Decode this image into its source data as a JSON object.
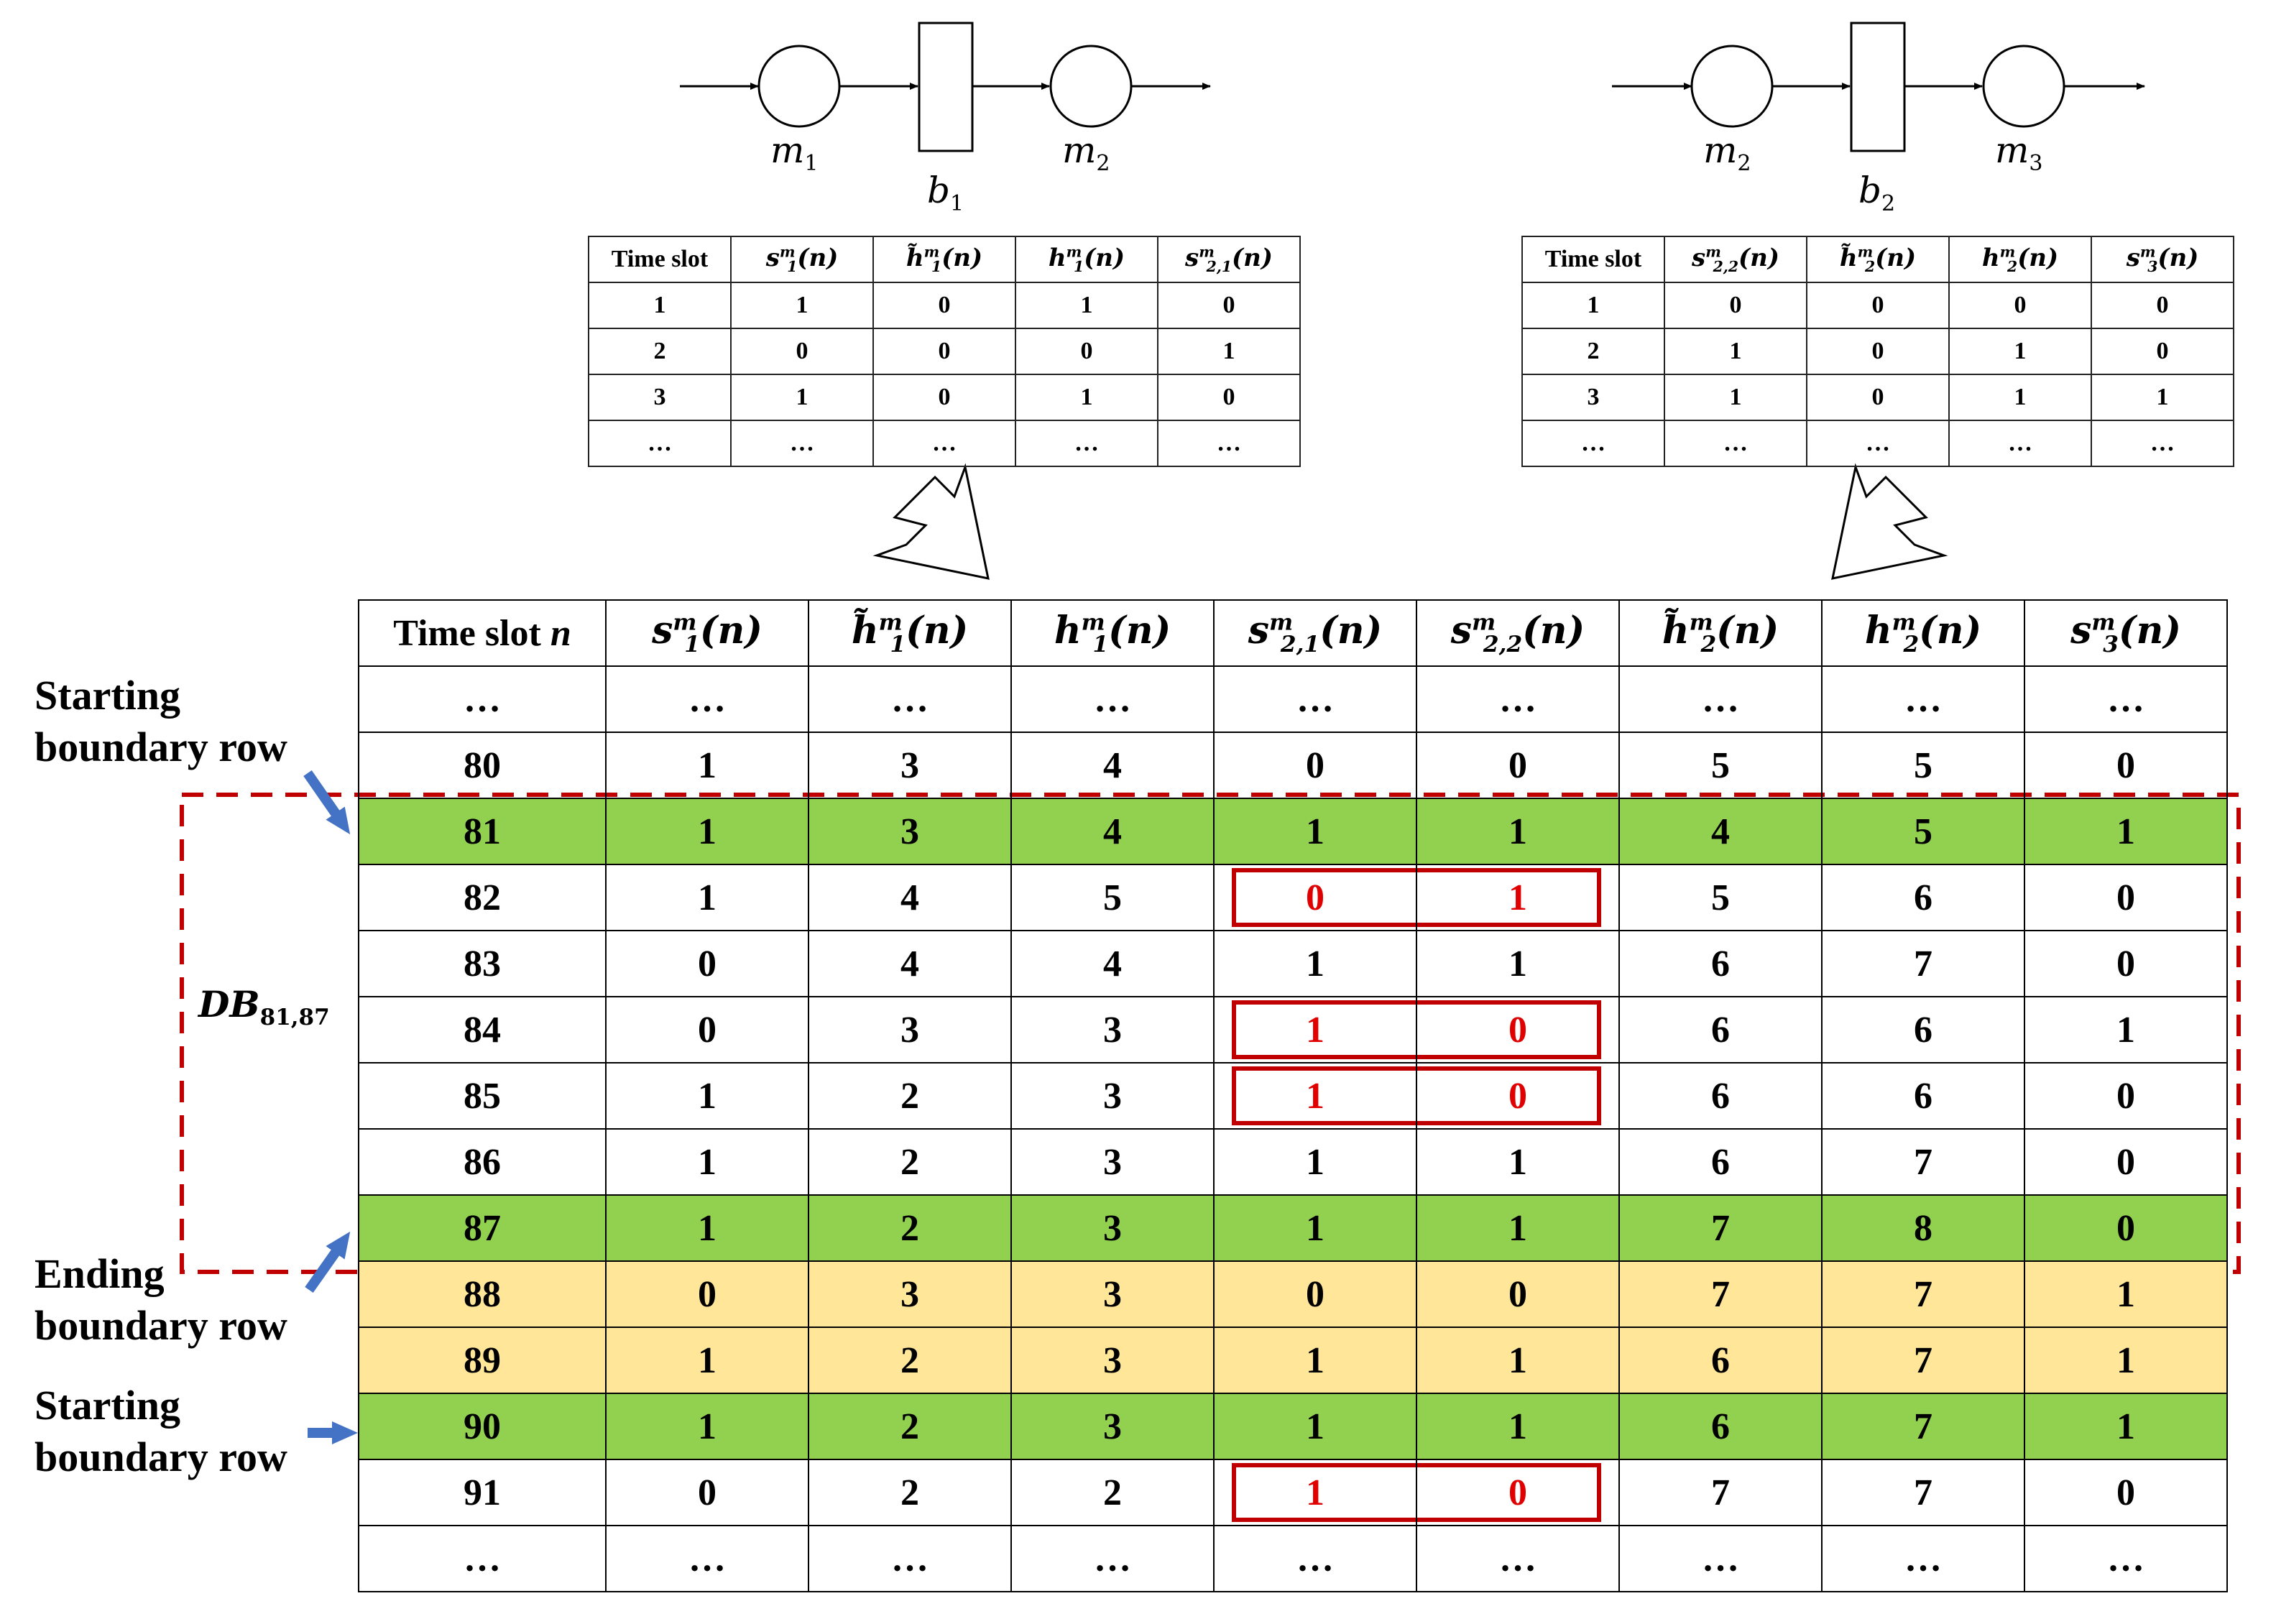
{
  "diagram_left": {
    "nodes": [
      "m",
      "m",
      "b"
    ],
    "node_subs": [
      "1",
      "2",
      "1"
    ],
    "table": {
      "headers": [
        "Time slot",
        "s",
        "h̃",
        "h",
        "s"
      ],
      "header_subs": [
        "",
        "1",
        "1",
        "1",
        "2,1"
      ],
      "header_sup": "m",
      "header_arg": "(n)",
      "rows": [
        [
          "1",
          "1",
          "0",
          "1",
          "0"
        ],
        [
          "2",
          "0",
          "0",
          "0",
          "1"
        ],
        [
          "3",
          "1",
          "0",
          "1",
          "0"
        ],
        [
          "…",
          "…",
          "…",
          "…",
          "…"
        ]
      ]
    }
  },
  "diagram_right": {
    "nodes": [
      "m",
      "m",
      "b"
    ],
    "node_subs": [
      "2",
      "3",
      "2"
    ],
    "table": {
      "headers": [
        "Time slot",
        "s",
        "h̃",
        "h",
        "s"
      ],
      "header_subs": [
        "",
        "2,2",
        "2",
        "2",
        "3"
      ],
      "header_sup": "m",
      "header_arg": "(n)",
      "rows": [
        [
          "1",
          "0",
          "0",
          "0",
          "0"
        ],
        [
          "2",
          "1",
          "0",
          "1",
          "0"
        ],
        [
          "3",
          "1",
          "0",
          "1",
          "1"
        ],
        [
          "…",
          "…",
          "…",
          "…",
          "…"
        ]
      ]
    }
  },
  "main_table": {
    "first_header": "Time slot",
    "first_header_var": "n",
    "headers": [
      "s",
      "h̃",
      "h",
      "s",
      "s",
      "h̃",
      "h",
      "s"
    ],
    "header_subs": [
      "1",
      "1",
      "1",
      "2,1",
      "2,2",
      "2",
      "2",
      "3"
    ],
    "header_sup": "m",
    "header_arg": "(n)",
    "rows": [
      {
        "style": "plain",
        "cells": [
          "…",
          "…",
          "…",
          "…",
          "…",
          "…",
          "…",
          "…",
          "…"
        ]
      },
      {
        "style": "plain",
        "cells": [
          "80",
          "1",
          "3",
          "4",
          "0",
          "0",
          "5",
          "5",
          "0"
        ]
      },
      {
        "style": "green",
        "cells": [
          "81",
          "1",
          "3",
          "4",
          "1",
          "1",
          "4",
          "5",
          "1"
        ]
      },
      {
        "style": "plain",
        "cells": [
          "82",
          "1",
          "4",
          "5",
          "0",
          "1",
          "5",
          "6",
          "0"
        ],
        "highlight": true
      },
      {
        "style": "plain",
        "cells": [
          "83",
          "0",
          "4",
          "4",
          "1",
          "1",
          "6",
          "7",
          "0"
        ]
      },
      {
        "style": "plain",
        "cells": [
          "84",
          "0",
          "3",
          "3",
          "1",
          "0",
          "6",
          "6",
          "1"
        ],
        "highlight": true
      },
      {
        "style": "plain",
        "cells": [
          "85",
          "1",
          "2",
          "3",
          "1",
          "0",
          "6",
          "6",
          "0"
        ],
        "highlight": true
      },
      {
        "style": "plain",
        "cells": [
          "86",
          "1",
          "2",
          "3",
          "1",
          "1",
          "6",
          "7",
          "0"
        ]
      },
      {
        "style": "green",
        "cells": [
          "87",
          "1",
          "2",
          "3",
          "1",
          "1",
          "7",
          "8",
          "0"
        ]
      },
      {
        "style": "yellow",
        "cells": [
          "88",
          "0",
          "3",
          "3",
          "0",
          "0",
          "7",
          "7",
          "1"
        ]
      },
      {
        "style": "yellow",
        "cells": [
          "89",
          "1",
          "2",
          "3",
          "1",
          "1",
          "6",
          "7",
          "1"
        ]
      },
      {
        "style": "green",
        "cells": [
          "90",
          "1",
          "2",
          "3",
          "1",
          "1",
          "6",
          "7",
          "1"
        ]
      },
      {
        "style": "plain",
        "cells": [
          "91",
          "0",
          "2",
          "2",
          "1",
          "0",
          "7",
          "7",
          "0"
        ],
        "highlight": true
      },
      {
        "style": "plain",
        "cells": [
          "…",
          "…",
          "…",
          "…",
          "…",
          "…",
          "…",
          "…",
          "…"
        ]
      }
    ]
  },
  "labels": {
    "starting_boundary_1": [
      "Starting",
      "boundary row"
    ],
    "ending_boundary": [
      "Ending",
      "boundary row"
    ],
    "starting_boundary_2": [
      "Starting",
      "boundary row"
    ],
    "db_label": "DB",
    "db_sub": "81,87"
  },
  "colors": {
    "green_row": "#92d050",
    "yellow_row": "#ffe699",
    "red_highlight": "#e00000",
    "dashed_box": "#c00000",
    "arrow_blue": "#4472c4"
  }
}
